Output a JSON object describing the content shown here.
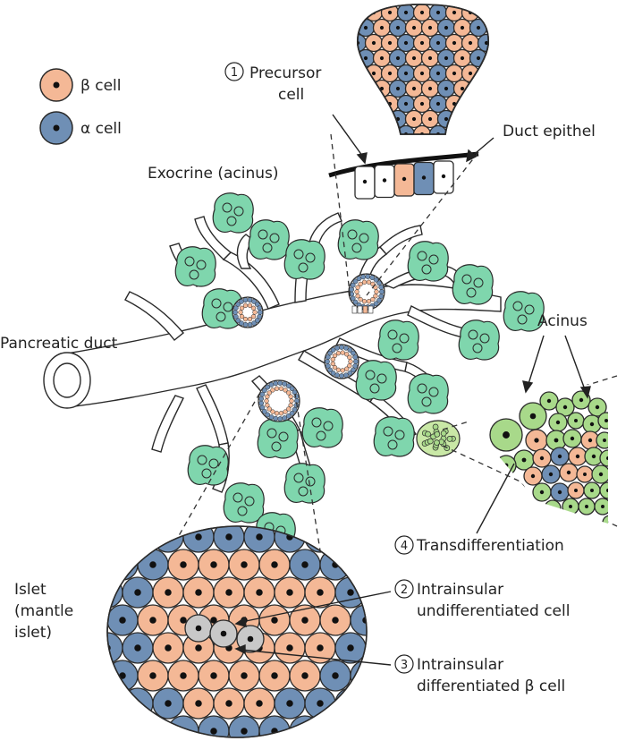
{
  "legend": {
    "beta_label": "β cell",
    "alpha_label": "α cell"
  },
  "labels": {
    "precursor_num": "1",
    "precursor_line1": "Precursor",
    "precursor_line2": "cell",
    "duct_epithel": "Duct epithel",
    "exocrine": "Exocrine (acinus)",
    "pancreatic_duct": "Pancreatic duct",
    "acinus": "Acinus",
    "transdiff_num": "4",
    "transdiff": "Transdifferentiation",
    "islet_line1": "Islet",
    "islet_line2": "(mantle",
    "islet_line3": "islet)",
    "undiff_num": "2",
    "undiff_line1": "Intrainsular",
    "undiff_line2": "undifferentiated cell",
    "diff_num": "3",
    "diff_line1": "Intrainsular",
    "diff_line2": "differentiated β cell"
  },
  "colors": {
    "beta": "#f4b896",
    "alpha": "#6f8fb5",
    "acinar_green": "#7fd6ad",
    "acinus_light": "#c9e8a6",
    "acinus_mid": "#a8d98a",
    "undifferentiated": "#c8c8c8",
    "outline": "#2a2a2a"
  }
}
